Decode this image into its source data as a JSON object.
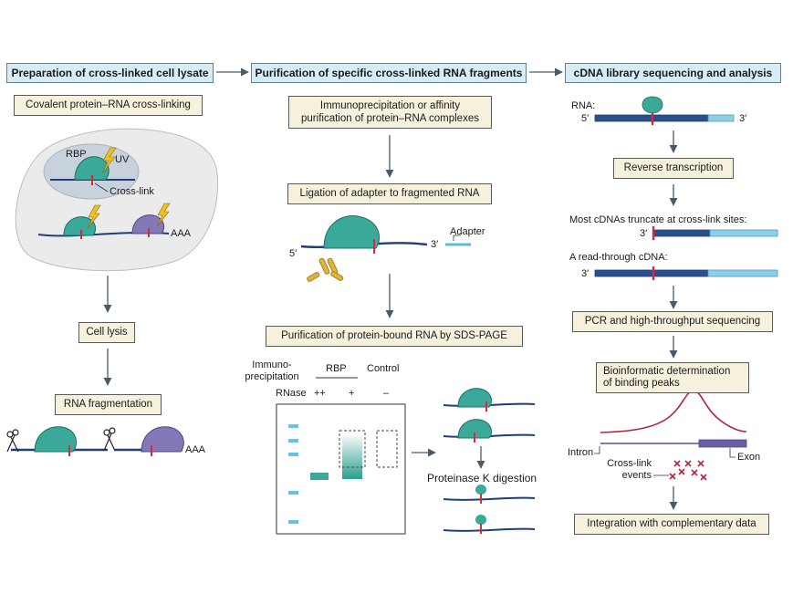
{
  "headers": {
    "col1": "Preparation of cross-linked cell lysate",
    "col2": "Purification of specific cross-linked RNA fragments",
    "col3": "cDNA library sequencing and analysis"
  },
  "col1": {
    "step_crosslinking": "Covalent protein–RNA cross-linking",
    "label_rbp": "RBP",
    "label_uv": "UV",
    "label_crosslink": "Cross-link",
    "label_aaa_cell": "AAA",
    "step_lysis": "Cell lysis",
    "step_fragmentation": "RNA fragmentation",
    "label_aaa_frag": "AAA"
  },
  "col2": {
    "step_ip_line1": "Immunoprecipitation or affinity",
    "step_ip_line2": "purification of protein–RNA complexes",
    "step_ligation": "Ligation of adapter to fragmented RNA",
    "label_5prime": "5′",
    "label_3prime": "3′",
    "label_adapter": "Adapter",
    "step_sdspage": "Purification of protein-bound RNA by SDS-PAGE",
    "gel_ip_line1": "Immuno-",
    "gel_ip_line2": "precipitation",
    "gel_rbp": "RBP",
    "gel_control": "Control",
    "gel_rnase": "RNase",
    "gel_rnase_lane1": "++",
    "gel_rnase_lane2": "+",
    "gel_rnase_lane3": "–",
    "step_proteinase": "Proteinase K digestion"
  },
  "col3": {
    "label_rna": "RNA:",
    "rna_5prime": "5′",
    "rna_3prime": "3′",
    "step_rt": "Reverse transcription",
    "label_truncate": "Most cDNAs truncate at cross-link sites:",
    "trunc_3prime": "3′",
    "label_readthrough": "A read-through cDNA:",
    "rt_3prime": "3′",
    "step_pcr": "PCR and high-throughput sequencing",
    "step_bioinf_line1": "Bioinformatic determination",
    "step_bioinf_line2": "of binding peaks",
    "label_intron": "Intron",
    "label_exon": "Exon",
    "label_events_line1": "Cross-link",
    "label_events_line2": "events",
    "step_integration": "Integration with complementary data"
  },
  "colors": {
    "header_fill": "#d6ecf7",
    "step_box_fill": "#f6f1dc",
    "rna_strand": "#1e3f7a",
    "rna_light": "#8ccfe6",
    "protein_teal": "#3aa99a",
    "protein_purple": "#8478b8",
    "crosslink_red": "#d42a3c",
    "antibody_gold": "#e0b43c",
    "peak_red": "#b3263a",
    "uv_bolt": "#f0c020",
    "gel_marker": "#65c3e3"
  }
}
